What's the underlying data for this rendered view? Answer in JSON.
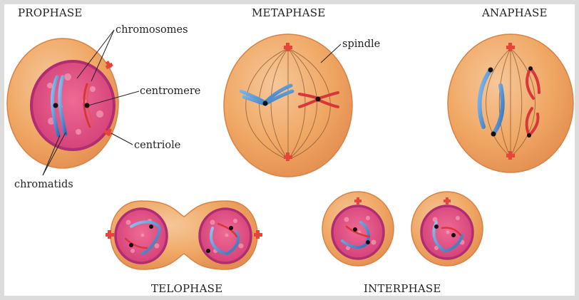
{
  "phases": {
    "prophase": "PROPHASE",
    "metaphase": "METAPHASE",
    "anaphase": "ANAPHASE",
    "telophase": "TELOPHASE",
    "interphase": "INTERPHASE"
  },
  "annotations": {
    "chromosomes": "chromosomes",
    "centromere": "centromere",
    "centriole": "centriole",
    "chromatids": "chromatids",
    "spindle": "spindle"
  },
  "colors": {
    "cell_fill": "#f0a865",
    "cell_edge": "#e08a4a",
    "nucleus": "#d8407a",
    "nucleus_edge": "#b82d75",
    "chromosome_blue": "#3f86cf",
    "chromosome_red": "#d9363c",
    "centriole": "#e8453a"
  }
}
